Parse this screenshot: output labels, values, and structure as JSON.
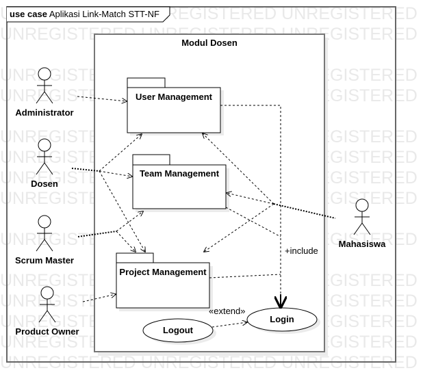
{
  "frame": {
    "keyword": "use case",
    "title": "Aplikasi Link-Match STT-NF"
  },
  "watermark": "UNREGISTERED UNREGISTERED UNREGISTERED UNREGISTERED",
  "system": {
    "title": "Modul Dosen"
  },
  "packages": {
    "user": "User Management",
    "team": "Team Management",
    "project": "Project Management"
  },
  "use_cases": {
    "login": "Login",
    "logout": "Logout"
  },
  "actors": {
    "administrator": "Administrator",
    "dosen": "Dosen",
    "scrum_master": "Scrum Master",
    "product_owner": "Product Owner",
    "mahasiswa": "Mahasiswa"
  },
  "relations": {
    "include": "+include",
    "extend": "«extend»"
  }
}
